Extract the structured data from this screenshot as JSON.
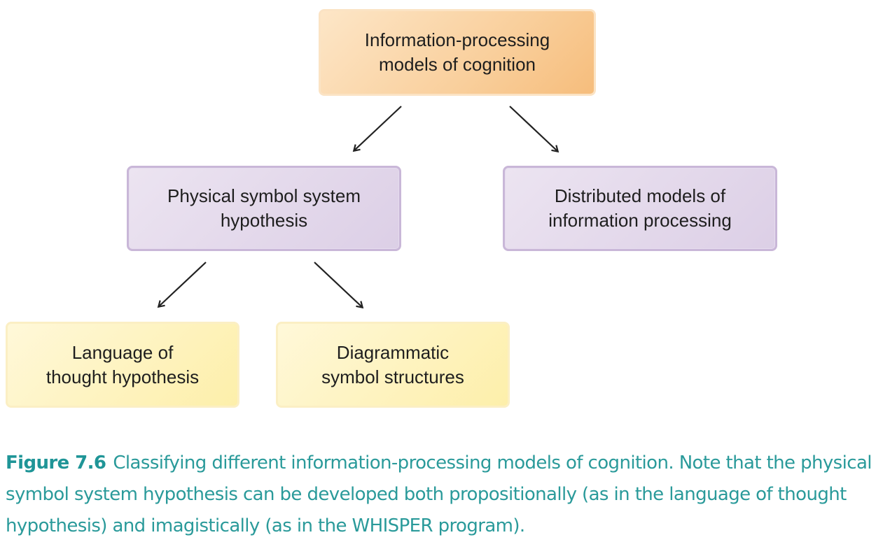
{
  "nodes": {
    "root": {
      "line1": "Information-processing",
      "line2": "models of cognition"
    },
    "physical": {
      "line1": "Physical symbol system",
      "line2": "hypothesis"
    },
    "distributed": {
      "line1": "Distributed models of",
      "line2": "information processing"
    },
    "language": {
      "line1": "Language of",
      "line2": "thought hypothesis"
    },
    "diagrammatic": {
      "line1": "Diagrammatic",
      "line2": "symbol structures"
    }
  },
  "caption": {
    "label": "Figure 7.6",
    "text": "Classifying different information-processing models of cognition. Note that the physical symbol system hypothesis can be developed both propositionally (as in the language of thought hypothesis) and imagistically (as in the WHISPER program)."
  },
  "colors": {
    "caption": "#2a9a9a",
    "orange_box": "#f9cf9c",
    "purple_box": "#dccfe6",
    "yellow_box": "#fdefaa",
    "arrow": "#222222"
  }
}
